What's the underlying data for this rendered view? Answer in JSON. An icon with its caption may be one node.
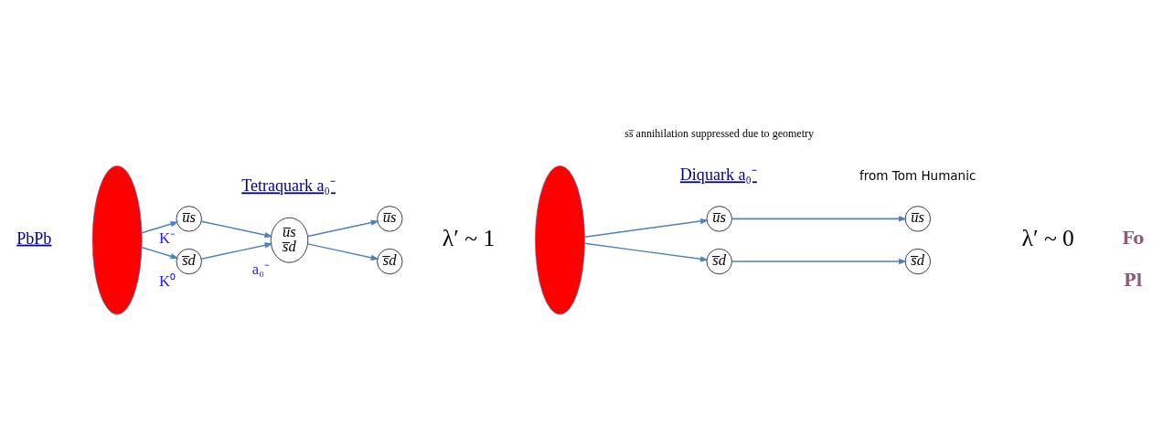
{
  "diagram": {
    "nodes": [
      {
        "text": [],
        "shape": "ellipse"
      },
      {
        "text": [
          "u̅s"
        ],
        "beside": [
          "K⁻"
        ]
      },
      {
        "text": [
          "s̅d"
        ],
        "beside": [
          "K⁰"
        ]
      },
      {
        "text": [
          "u̅s",
          "s̅d"
        ],
        "beside": [
          "a₀⁻"
        ]
      },
      {
        "text": [
          "u̅s"
        ]
      },
      {
        "text": [
          "s̅d"
        ]
      },
      {
        "text": [],
        "shape": "ellipse"
      },
      {
        "text": [
          "u̅s"
        ]
      },
      {
        "text": [
          "u̅s"
        ]
      },
      {
        "text": [
          "s̅d"
        ]
      },
      {
        "text": [
          "s̅d"
        ]
      }
    ],
    "edges": [
      {
        "from": 0,
        "to": 1,
        "arrow": "to"
      },
      {
        "from": 0,
        "to": 2,
        "arrow": "to"
      },
      {
        "from": 1,
        "to": 3,
        "arrow": "to"
      },
      {
        "from": 2,
        "to": 3,
        "arrow": "to"
      },
      {
        "from": 3,
        "to": 4,
        "arrow": "to"
      },
      {
        "from": 3,
        "to": 5,
        "arrow": "to"
      },
      {
        "from": 6,
        "to": 7,
        "arrow": "to"
      },
      {
        "from": 6,
        "to": 9,
        "arrow": "to"
      },
      {
        "from": 7,
        "to": 8,
        "arrow": "to"
      },
      {
        "from": 9,
        "to": 10,
        "arrow": "to"
      }
    ],
    "labels": [
      "Tetraquark a₀⁻",
      "Diquark a₀⁻",
      "PbPb",
      "λ′ ~ 1",
      "ss̅ annihilation suppressed due to geometry",
      "λ′ ~ 0",
      "Fo",
      "Pl",
      "from Tom Humanic"
    ]
  }
}
